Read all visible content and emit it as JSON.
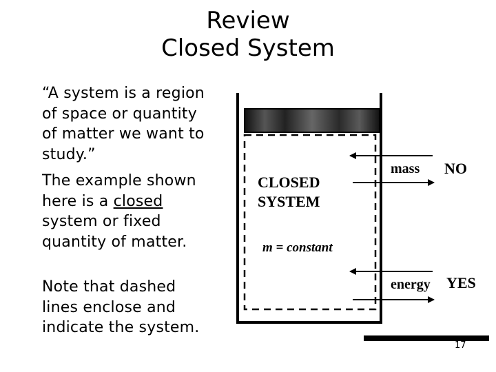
{
  "slide": {
    "title_line1": "Review",
    "title_line2": "Closed System",
    "paragraph1": "“A system is a region of space or quantity of matter we want to study.”",
    "paragraph2_before": "The example shown here is a ",
    "paragraph2_underlined": "closed",
    "paragraph2_after": " system or fixed quantity of matter.",
    "paragraph3": "Note that dashed lines enclose and indicate the system.",
    "page_number": "17"
  },
  "figure": {
    "system_label_line1": "CLOSED",
    "system_label_line2": "SYSTEM",
    "mass_equation": "m = constant",
    "mass_label": "mass",
    "mass_answer": "NO",
    "energy_label": "energy",
    "energy_answer": "YES"
  }
}
